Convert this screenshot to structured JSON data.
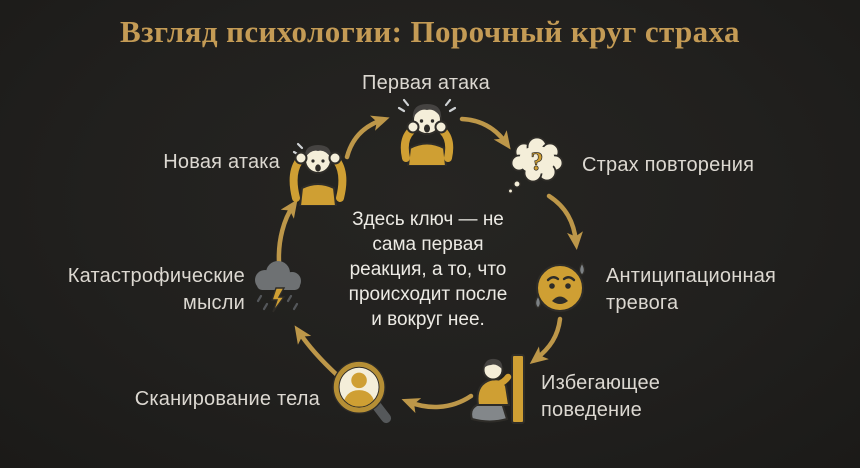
{
  "title": "Взгляд психологии: Порочный круг страха",
  "center_note": "Здесь ключ — не\nсама первая\nреакция, а то, что\nпроисходит после\nи вокруг нее.",
  "glyphs": {
    "question_mark": "?"
  },
  "nodes": {
    "first_attack": {
      "label": "Первая атака",
      "icon": "panic-person-icon"
    },
    "fear_repetition": {
      "label": "Страх повторения",
      "icon": "thought-bubble-question-icon"
    },
    "anticipatory_anxiety": {
      "label": "Антиципационная\nтревога",
      "icon": "worried-emoji-icon"
    },
    "avoidant_behavior": {
      "label": "Избегающее\nповедение",
      "icon": "hiding-person-icon"
    },
    "body_scanning": {
      "label": "Сканирование тела",
      "icon": "magnifier-person-icon"
    },
    "catastrophic_thoughts": {
      "label": "Катастрофические\nмысли",
      "icon": "storm-cloud-icon"
    },
    "new_attack": {
      "label": "Новая атака",
      "icon": "panic-person-icon"
    }
  },
  "colors": {
    "background": "#21201e",
    "title_gold": "#c49b55",
    "arrow_gold": "#bd9749",
    "label_text": "#dcd8d1",
    "icon_gold": "#cf9f33",
    "icon_cream": "#f4eed9",
    "icon_outline": "#2e2c28",
    "cloud_gray": "#6e7173"
  }
}
